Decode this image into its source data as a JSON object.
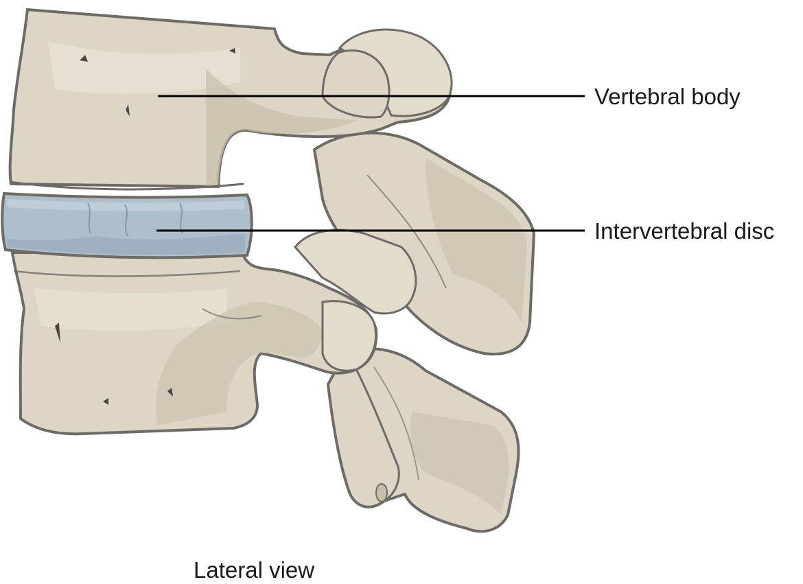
{
  "labels": {
    "vertebral_body": "Vertebral body",
    "intervertebral_disc": "Intervertebral disc"
  },
  "caption": "Lateral view",
  "colors": {
    "bone_fill": "#ddd6c6",
    "bone_shadow": "#c7bfab",
    "bone_highlight": "#e8e2d4",
    "bone_outline": "#6e6b66",
    "disc_fill": "#aebfcc",
    "disc_highlight": "#c3d1dc",
    "disc_shadow": "#94a8b7",
    "leader_line": "#000000",
    "text": "#1a1a1a"
  }
}
